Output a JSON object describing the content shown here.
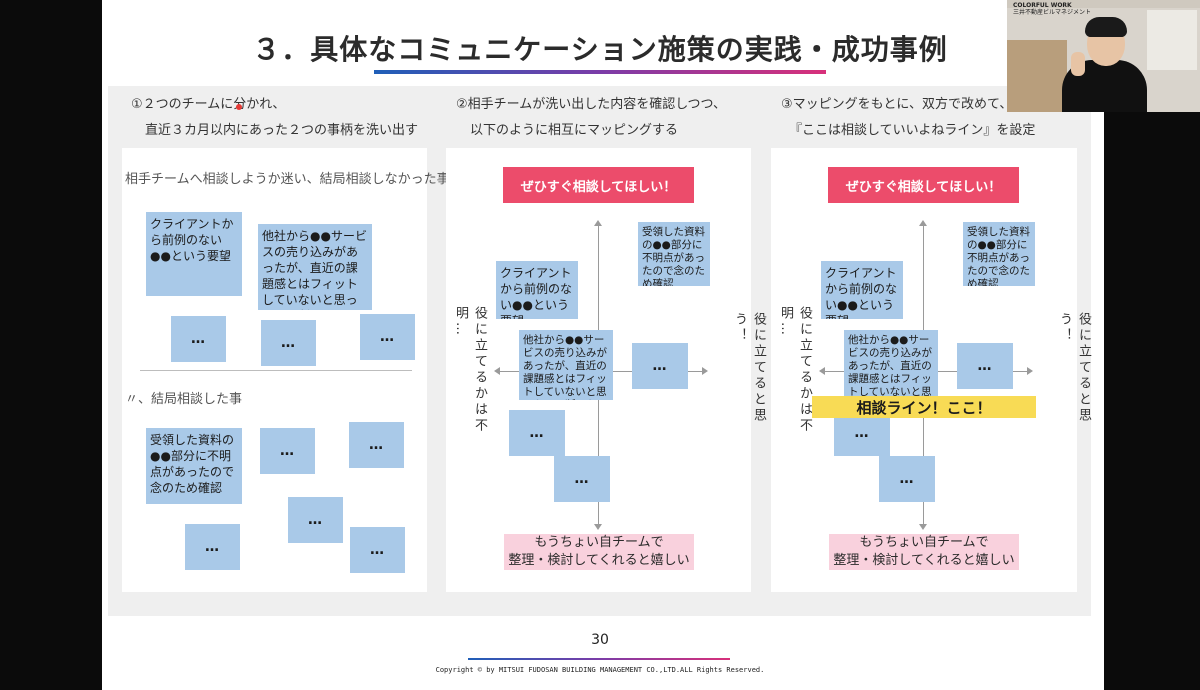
{
  "slide": {
    "title": "３．具体なコミュニケーション施策の実践・成功事例",
    "page_number": "30",
    "copyright": "Copyright © by MITSUI FUDOSAN BUILDING MANAGEMENT CO.,LTD.ALL Rights Reserved."
  },
  "steps": [
    {
      "line1": "①２つのチームに分かれ、",
      "line2": "直近３カ月以内にあった２つの事柄を洗い出す"
    },
    {
      "line1": "②相手チームが洗い出した内容を確認しつつ、",
      "line2": "以下のように相互にマッピングする"
    },
    {
      "line1": "③マッピングをもとに、双方で改めて、",
      "line2": "『ここは相談していいよねライン』を設定"
    }
  ],
  "panel1": {
    "section1_label": "相手チームへ相談しようか迷い、結局相談しなかった事",
    "section2_label": "〃、結局相談した事",
    "note_client": "クライアントから前例のない●●という要望",
    "note_other": "他社から●●サービスの売り込みがあったが、直近の課題感とはフィットしていないと思ったので断った",
    "note_received": "受領した資料の●●部分に不明点があったので念のため確認",
    "ellipsis": "…"
  },
  "matrix": {
    "top_label": "ぜひすぐ相談してほしい！",
    "bottom_label_line1": "もうちょい自チームで",
    "bottom_label_line2": "整理・検討してくれると嬉しい",
    "left_axis": "役に立てるかは不明…",
    "right_axis": "役に立てると思う！",
    "note_received": "受領した資料の●●部分に不明点があったので念のため確認",
    "note_client": "クライアントから前例のない●●という要望",
    "note_other": "他社から●●サービスの売り込みがあったが、直近の課題感とはフィットしていないと思ったので断った",
    "ellipsis": "…"
  },
  "consult_line": "相談ライン！ここ！",
  "video": {
    "logo_line1": "COLORFUL WORK",
    "logo_line2": "三井不動産ビルマネジメント"
  },
  "colors": {
    "accent_blue": "#1f5fb8",
    "accent_pink": "#ec4c6b",
    "sticky_blue": "#a9c9e8",
    "consult_yellow": "#f8db55"
  }
}
